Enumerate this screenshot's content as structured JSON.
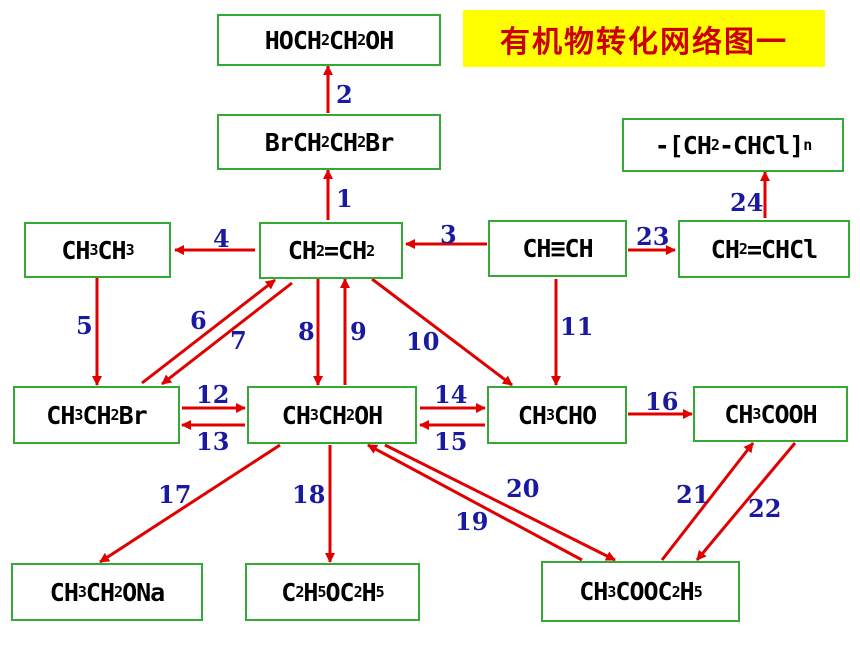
{
  "title": "有机物转化网络图一",
  "nodes": {
    "hoch2ch2oh": {
      "parts": [
        [
          "HOCH",
          ""
        ],
        [
          "2",
          "s"
        ],
        [
          "CH",
          ""
        ],
        [
          "2",
          "s"
        ],
        [
          "OH",
          ""
        ]
      ]
    },
    "brch2ch2br": {
      "parts": [
        [
          "BrCH",
          ""
        ],
        [
          "2",
          "s"
        ],
        [
          "CH",
          ""
        ],
        [
          "2",
          "s"
        ],
        [
          "Br",
          ""
        ]
      ]
    },
    "polyvinylchloride": {
      "parts": [
        [
          "-[CH",
          ""
        ],
        [
          "2",
          "s"
        ],
        [
          "-CHCl]",
          ""
        ],
        [
          "n",
          "s"
        ]
      ]
    },
    "ethane": {
      "parts": [
        [
          "CH",
          ""
        ],
        [
          "3",
          "s"
        ],
        [
          "CH",
          ""
        ],
        [
          "3",
          "s"
        ]
      ]
    },
    "ethylene": {
      "parts": [
        [
          "CH",
          ""
        ],
        [
          "2",
          "s"
        ],
        [
          "=CH",
          ""
        ],
        [
          "2",
          "s"
        ]
      ]
    },
    "acetylene": {
      "parts": [
        [
          "CH≡CH",
          ""
        ]
      ]
    },
    "vinylchloride": {
      "parts": [
        [
          "CH",
          ""
        ],
        [
          "2",
          "s"
        ],
        [
          "=CHCl",
          ""
        ]
      ]
    },
    "bromoethane": {
      "parts": [
        [
          "CH",
          ""
        ],
        [
          "3",
          "s"
        ],
        [
          "CH",
          ""
        ],
        [
          "2",
          "s"
        ],
        [
          "Br",
          ""
        ]
      ]
    },
    "ethanol": {
      "parts": [
        [
          "CH",
          ""
        ],
        [
          "3",
          "s"
        ],
        [
          "CH",
          ""
        ],
        [
          "2",
          "s"
        ],
        [
          "OH",
          ""
        ]
      ]
    },
    "acetaldehyde": {
      "parts": [
        [
          "CH",
          ""
        ],
        [
          "3",
          "s"
        ],
        [
          "CHO",
          ""
        ]
      ]
    },
    "aceticacid": {
      "parts": [
        [
          "CH",
          ""
        ],
        [
          "3",
          "s"
        ],
        [
          "COOH",
          ""
        ]
      ]
    },
    "sodiumethoxide": {
      "parts": [
        [
          "CH",
          ""
        ],
        [
          "3",
          "s"
        ],
        [
          "CH",
          ""
        ],
        [
          "2",
          "s"
        ],
        [
          "ONa",
          ""
        ]
      ]
    },
    "diethylether": {
      "parts": [
        [
          "C",
          ""
        ],
        [
          "2",
          "s"
        ],
        [
          "H",
          ""
        ],
        [
          "5",
          "s"
        ],
        [
          "OC",
          ""
        ],
        [
          "2",
          "s"
        ],
        [
          "H",
          ""
        ],
        [
          "5",
          "s"
        ]
      ]
    },
    "ethylacetate": {
      "parts": [
        [
          "CH",
          ""
        ],
        [
          "3",
          "s"
        ],
        [
          "COOC",
          ""
        ],
        [
          "2",
          "s"
        ],
        [
          "H",
          ""
        ],
        [
          "5",
          "s"
        ]
      ]
    }
  },
  "edge_labels": [
    "1",
    "2",
    "3",
    "4",
    "5",
    "6",
    "7",
    "8",
    "9",
    "10",
    "11",
    "12",
    "13",
    "14",
    "15",
    "16",
    "17",
    "18",
    "19",
    "20",
    "21",
    "22",
    "23",
    "24"
  ],
  "colors": {
    "arrow": "#e00000",
    "box_border": "#33aa33",
    "label": "#1a1aa0",
    "title": "#cc0000",
    "banner": "#ffff00"
  }
}
